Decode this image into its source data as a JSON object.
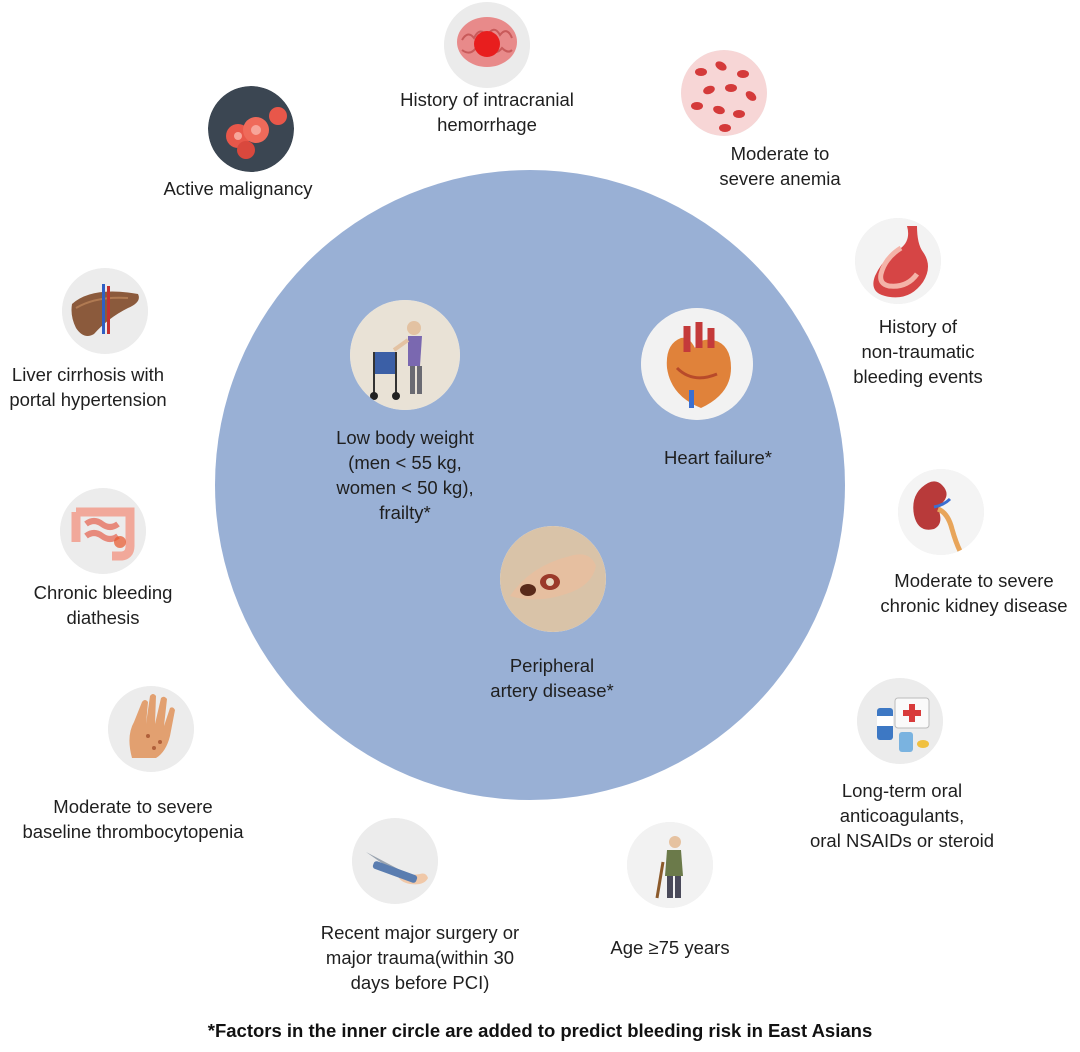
{
  "outer_factors": [
    {
      "id": "intracranial",
      "icon": "brain-hemorrhage-icon",
      "lines": [
        "History of  intracranial",
        "hemorrhage"
      ]
    },
    {
      "id": "anemia",
      "icon": "red-blood-cells-icon",
      "lines": [
        "Moderate to",
        "severe anemia"
      ]
    },
    {
      "id": "malignancy",
      "icon": "tumor-cells-icon",
      "lines": [
        "Active malignancy"
      ]
    },
    {
      "id": "bleeding-events",
      "icon": "stomach-icon",
      "lines": [
        "History of",
        "non-traumatic",
        "bleeding events"
      ]
    },
    {
      "id": "liver",
      "icon": "liver-icon",
      "lines": [
        "Liver cirrhosis with",
        "portal hypertension"
      ]
    },
    {
      "id": "kidney",
      "icon": "kidney-icon",
      "lines": [
        "Moderate to severe",
        "chronic kidney disease"
      ]
    },
    {
      "id": "diathesis",
      "icon": "intestine-icon",
      "lines": [
        "Chronic bleeding",
        "diathesis"
      ]
    },
    {
      "id": "anticoagulants",
      "icon": "medicine-icon",
      "lines": [
        "Long-term oral",
        "anticoagulants,",
        "oral NSAIDs or steroid"
      ]
    },
    {
      "id": "thrombocytopenia",
      "icon": "hand-icon",
      "lines": [
        "Moderate to severe",
        "baseline thrombocytopenia"
      ]
    },
    {
      "id": "surgery",
      "icon": "scalpel-icon",
      "lines": [
        "Recent major surgery or",
        "major trauma(within 30",
        "days before PCI)"
      ]
    },
    {
      "id": "age",
      "icon": "elderly-person-icon",
      "lines": [
        "Age ≥75 years"
      ]
    }
  ],
  "inner_factors": [
    {
      "id": "low-weight",
      "icon": "walker-frailty-icon",
      "lines": [
        "Low body weight",
        "(men < 55 kg,",
        "women < 50 kg),",
        "frailty*"
      ]
    },
    {
      "id": "heart-failure",
      "icon": "heart-icon",
      "lines": [
        "Heart failure*"
      ]
    },
    {
      "id": "pad",
      "icon": "foot-ulcer-icon",
      "lines": [
        "Peripheral",
        "artery disease*"
      ]
    }
  ],
  "footnote": "*Factors in the inner circle are added to predict bleeding risk in East Asians",
  "colors": {
    "inner_circle": "#99b0d5",
    "icon_background": "#ececec",
    "text": "#1f1f1f"
  }
}
